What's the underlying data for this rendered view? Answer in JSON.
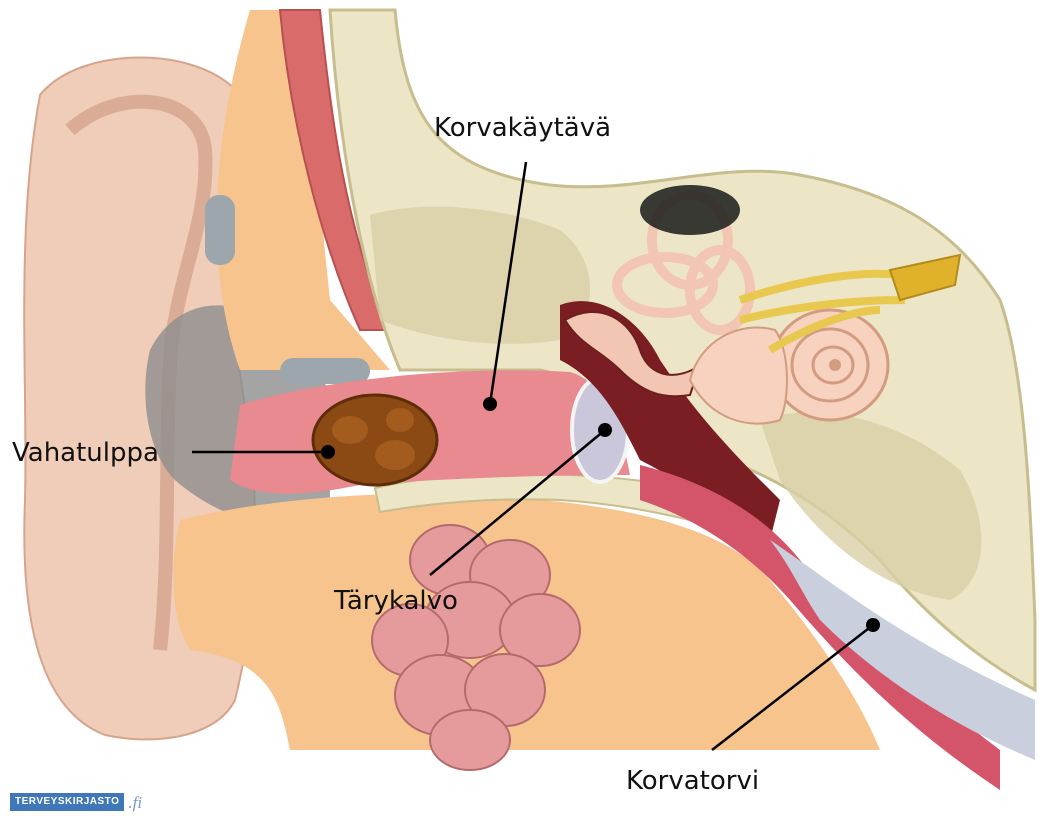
{
  "labels": {
    "ear_canal": "Korvakäytävä",
    "earwax_plug": "Vahatulppa",
    "eardrum": "Tärykalvo",
    "eustachian_tube": "Korvatorvi"
  },
  "logo": {
    "name": "Terveyskirjasto",
    "domain_suffix": ".fi"
  },
  "colors": {
    "skin": "#f0cdb8",
    "fat_tissue": "#f7c48e",
    "bone": "#ece6c6",
    "canal": "#e88a90",
    "wax": "#8b4a14",
    "gland": "#e59a9c",
    "cartilage": "#9ea6ad",
    "muscle": "#d96b6b",
    "membrane": "#c9c7d9",
    "leader_line": "#000000"
  }
}
